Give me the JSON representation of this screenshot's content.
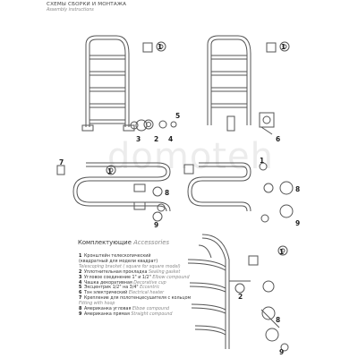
{
  "header": {
    "title": "СХЕМЫ СБОРКИ И МОНТАЖА",
    "subtitle": "Assembly instructions"
  },
  "watermark": "domoteh",
  "callouts": {
    "d1": [
      "1",
      "3",
      "2",
      "4",
      "5"
    ],
    "d2": [
      "1",
      "6"
    ],
    "d3": [
      "7",
      "1",
      "8",
      "9"
    ],
    "d4": [
      "1",
      "8",
      "9"
    ],
    "d5": [
      "1",
      "2",
      "8",
      "9"
    ]
  },
  "section": {
    "title": "Комплектующие",
    "title_en": "Accessories"
  },
  "parts": [
    {
      "num": "1",
      "ru": "Кронштейн телескопический",
      "en": ""
    },
    {
      "num": "",
      "ru": "(квадратный для модели квадрат)",
      "en": ""
    },
    {
      "num": "",
      "ru": "",
      "en": "Telescoping bracket ( square for square model)"
    },
    {
      "num": "2",
      "ru": "Уплотнительная прокладка",
      "en": "Sealing gasket"
    },
    {
      "num": "3",
      "ru": "Угловое соединение 1\" и 1/2\"",
      "en": "Elbow compound"
    },
    {
      "num": "4",
      "ru": "Чашка декоративная",
      "en": "Decorative cup"
    },
    {
      "num": "5",
      "ru": "Эксцентрик 1/2\" на 3/4\"",
      "en": "Eccentric"
    },
    {
      "num": "6",
      "ru": "Тэн электрический",
      "en": "Electrical heater"
    },
    {
      "num": "7",
      "ru": "Крепление для полотенцесушителя с кольцом",
      "en": ""
    },
    {
      "num": "",
      "ru": "",
      "en": "Fitting with hoop"
    },
    {
      "num": "8",
      "ru": "Американка угловая",
      "en": "Elbow compound"
    },
    {
      "num": "9",
      "ru": "Американка прямая",
      "en": "Straight compound"
    }
  ]
}
